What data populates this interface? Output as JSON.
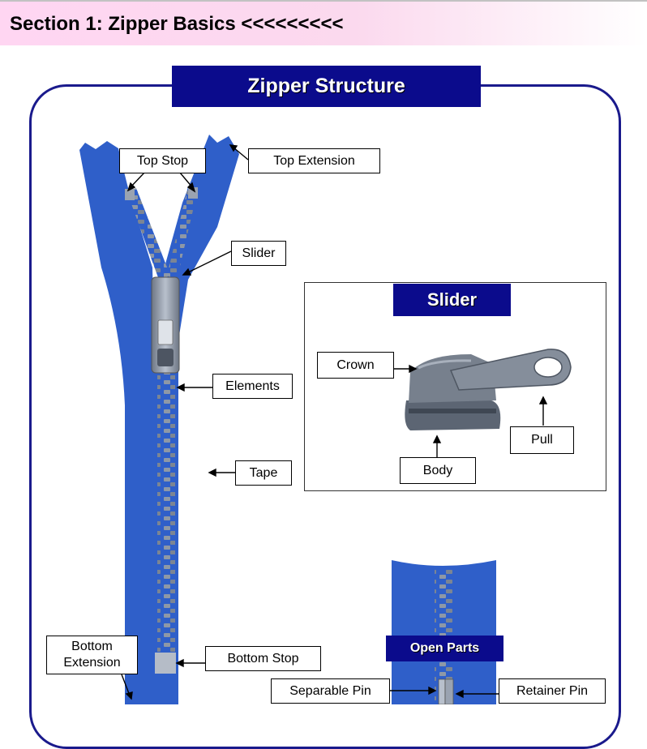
{
  "header": {
    "title": "Section 1: Zipper Basics <<<<<<<<<"
  },
  "diagram": {
    "title": "Zipper Structure",
    "labels": {
      "top_stop": "Top Stop",
      "top_extension": "Top Extension",
      "slider": "Slider",
      "elements": "Elements",
      "tape": "Tape",
      "bottom_extension": "Bottom\nExtension",
      "bottom_stop": "Bottom Stop"
    },
    "slider_inset": {
      "title": "Slider",
      "labels": {
        "crown": "Crown",
        "body": "Body",
        "pull": "Pull"
      }
    },
    "open_parts": {
      "title": "Open Parts",
      "labels": {
        "separable_pin": "Separable Pin",
        "retainer_pin": "Retainer Pin"
      }
    }
  },
  "colors": {
    "tape_blue": "#2f5fc9",
    "element_gray": "#8e98a6",
    "banner_navy": "#0b0b8c",
    "frame_navy": "#1a1a8c",
    "header_pink": "#fbd9ee"
  }
}
